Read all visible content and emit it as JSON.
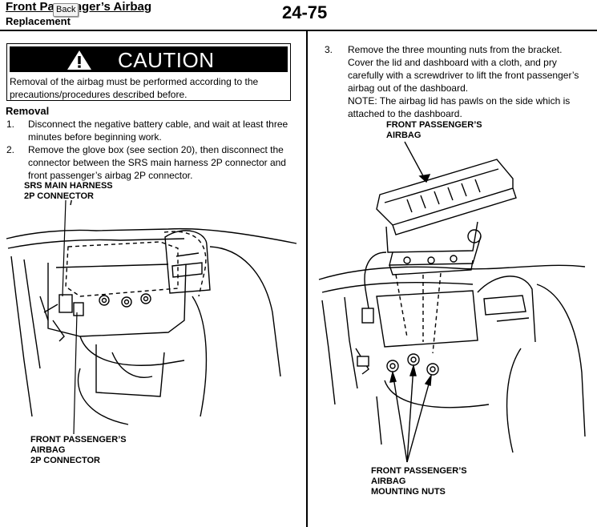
{
  "header": {
    "title": "Front Passenger’s Airbag",
    "subtitle": "Replacement",
    "page_number": "24-75",
    "back_button": "Back"
  },
  "caution": {
    "heading": "CAUTION",
    "text": "Removal of the airbag must be performed according to the precautions/procedures described before."
  },
  "removal": {
    "heading": "Removal",
    "steps": [
      {
        "num": "1.",
        "text": "Disconnect the negative battery cable, and wait at least three minutes before beginning work."
      },
      {
        "num": "2.",
        "text": "Remove the glove box (see section 20), then disconnect the connector between the SRS main harness 2P connector and front passenger’s airbag 2P connector."
      },
      {
        "num": "3.",
        "text": "Remove the three mounting nuts from the bracket. Cover the lid and dashboard with a cloth, and pry carefully with a screwdriver to lift the front passenger’s airbag out of the dashboard."
      }
    ],
    "note": "NOTE: The airbag lid has pawls on the side which is attached to the dashboard."
  },
  "figure_left": {
    "label_top": [
      "SRS MAIN HARNESS",
      "2P CONNECTOR"
    ],
    "label_bottom": [
      "FRONT PASSENGER’S",
      "AIRBAG",
      "2P CONNECTOR"
    ]
  },
  "figure_right": {
    "label_top": [
      "FRONT PASSENGER’S",
      "AIRBAG"
    ],
    "label_bottom": [
      "FRONT PASSENGER’S",
      "AIRBAG",
      "MOUNTING NUTS"
    ]
  }
}
